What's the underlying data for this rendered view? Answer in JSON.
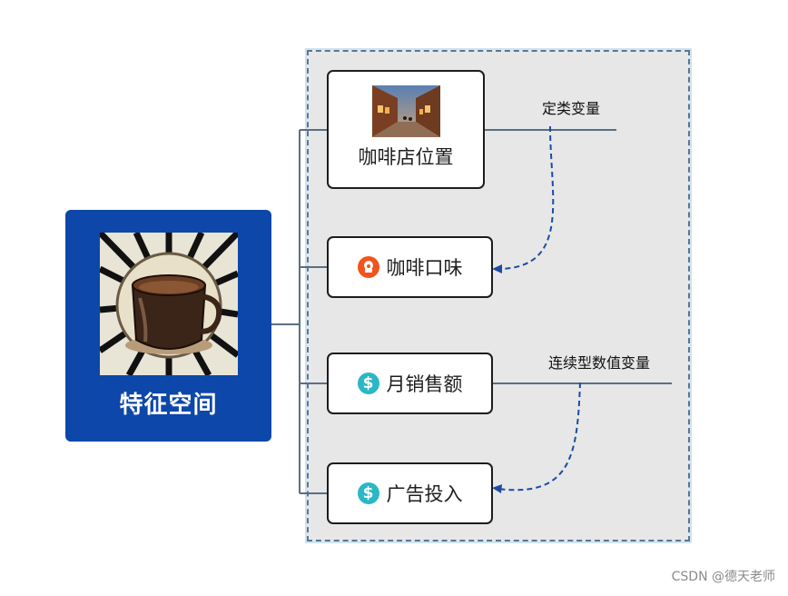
{
  "root": {
    "label": "特征空间",
    "image": "coffee-cup-image"
  },
  "nodes": [
    {
      "label": "咖啡店位置",
      "icon": "street-photo-image"
    },
    {
      "label": "咖啡口味",
      "icon": "chef-icon"
    },
    {
      "label": "月销售额",
      "icon": "dollar-icon"
    },
    {
      "label": "广告投入",
      "icon": "dollar-icon"
    }
  ],
  "edge_labels": {
    "categorical": "定类变量",
    "continuous": "连续型数值变量"
  },
  "watermark": "CSDN @德天老师",
  "colors": {
    "root_fill": "#0d47a9",
    "panel_fill": "#e7e7e7",
    "connector": "#5b6e86",
    "dashed_arrow": "#1c4ba3",
    "dollar_icon": "#2bb7c6",
    "chef_icon": "#f1541c"
  }
}
